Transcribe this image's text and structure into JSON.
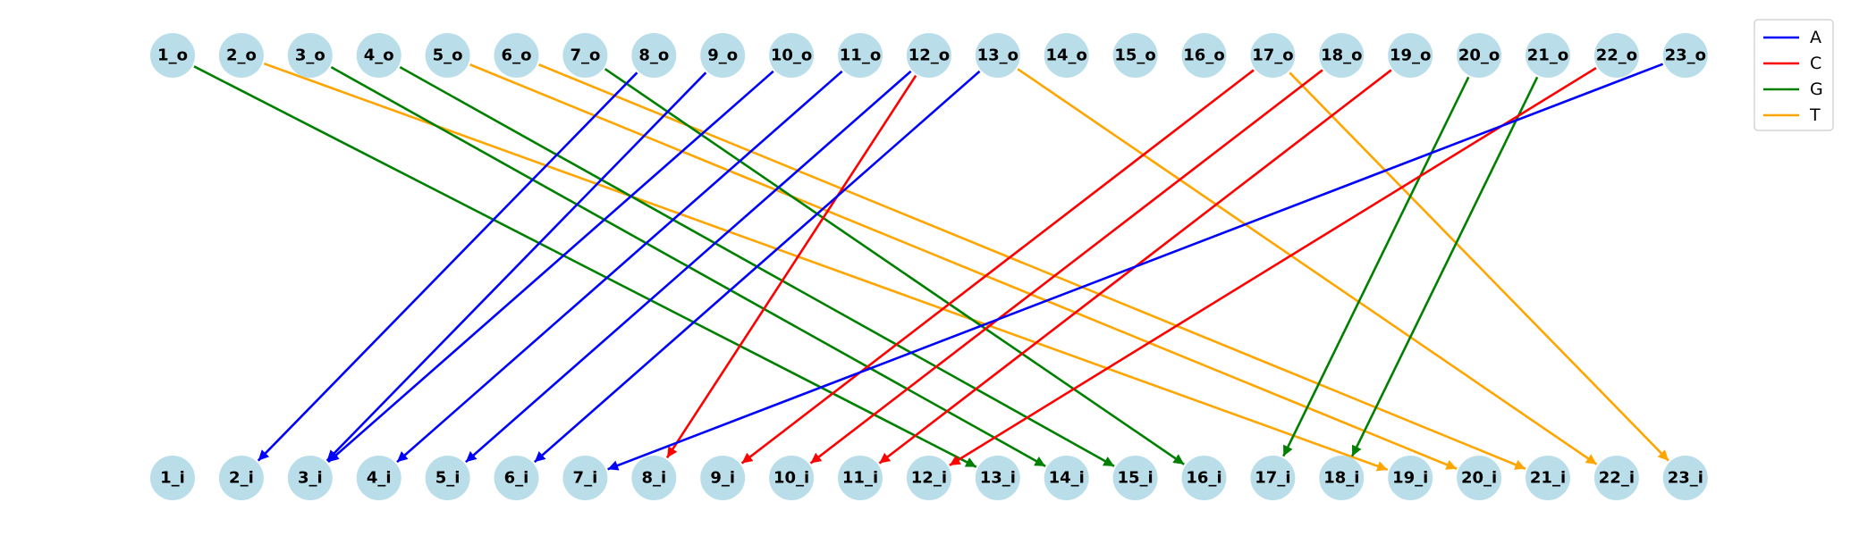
{
  "outputs": [
    "1_o",
    "2_o",
    "3_o",
    "4_o",
    "5_o",
    "6_o",
    "7_o",
    "8_o",
    "9_o",
    "10_o",
    "11_o",
    "12_o",
    "13_o",
    "14_o",
    "15_o",
    "16_o",
    "17_o",
    "18_o",
    "19_o",
    "20_o",
    "21_o",
    "22_o",
    "23_o"
  ],
  "inputs": [
    "1_i",
    "2_i",
    "3_i",
    "4_i",
    "5_i",
    "6_i",
    "7_i",
    "8_i",
    "9_i",
    "10_i",
    "11_i",
    "12_i",
    "13_i",
    "14_i",
    "15_i",
    "16_i",
    "17_i",
    "18_i",
    "19_i",
    "20_i",
    "21_i",
    "22_i",
    "23_i"
  ],
  "legend": [
    {
      "label": "A",
      "color": "#0000ff"
    },
    {
      "label": "C",
      "color": "#ff0000"
    },
    {
      "label": "G",
      "color": "#008000"
    },
    {
      "label": "T",
      "color": "#ffa500"
    }
  ],
  "edges": [
    {
      "from": "1_o",
      "to": "13_i",
      "base": "G"
    },
    {
      "from": "2_o",
      "to": "19_i",
      "base": "T"
    },
    {
      "from": "3_o",
      "to": "14_i",
      "base": "G"
    },
    {
      "from": "4_o",
      "to": "15_i",
      "base": "G"
    },
    {
      "from": "5_o",
      "to": "20_i",
      "base": "T"
    },
    {
      "from": "6_o",
      "to": "21_i",
      "base": "T"
    },
    {
      "from": "7_o",
      "to": "16_i",
      "base": "G"
    },
    {
      "from": "8_o",
      "to": "2_i",
      "base": "A"
    },
    {
      "from": "9_o",
      "to": "3_i",
      "base": "A"
    },
    {
      "from": "10_o",
      "to": "3_i",
      "base": "A"
    },
    {
      "from": "11_o",
      "to": "4_i",
      "base": "A"
    },
    {
      "from": "12_o",
      "to": "5_i",
      "base": "A"
    },
    {
      "from": "12_o",
      "to": "8_i",
      "base": "C"
    },
    {
      "from": "13_o",
      "to": "6_i",
      "base": "A"
    },
    {
      "from": "13_o",
      "to": "22_i",
      "base": "T"
    },
    {
      "from": "17_o",
      "to": "9_i",
      "base": "C"
    },
    {
      "from": "17_o",
      "to": "23_i",
      "base": "T"
    },
    {
      "from": "18_o",
      "to": "10_i",
      "base": "C"
    },
    {
      "from": "19_o",
      "to": "11_i",
      "base": "C"
    },
    {
      "from": "20_o",
      "to": "17_i",
      "base": "G"
    },
    {
      "from": "21_o",
      "to": "18_i",
      "base": "G"
    },
    {
      "from": "22_o",
      "to": "12_i",
      "base": "C"
    },
    {
      "from": "23_o",
      "to": "7_i",
      "base": "A"
    }
  ]
}
